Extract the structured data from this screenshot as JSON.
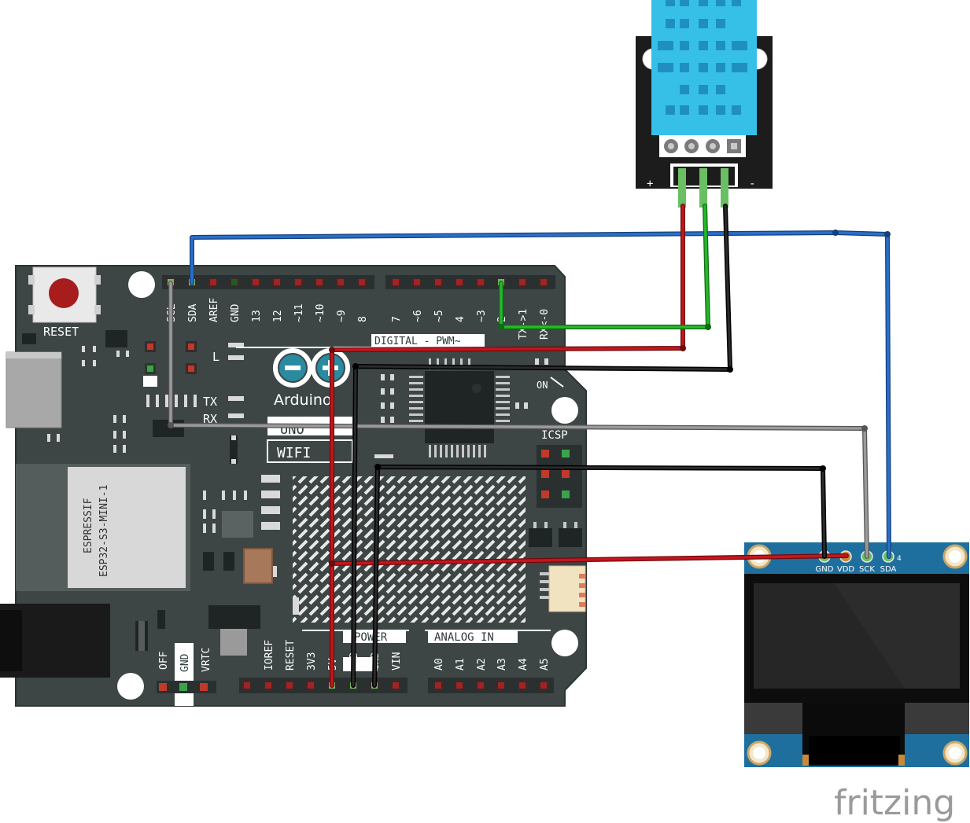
{
  "board": {
    "reset_label": "RESET",
    "digital_label": "DIGITAL - PWM~",
    "brand_text": "Arduino",
    "uno_text": "UNO",
    "wifi_text": "WIFI",
    "on_label": "ON",
    "l_label": "L",
    "tx_label": "TX",
    "rx_label": "RX",
    "icsp_label": "ICSP",
    "power_label": "POWER",
    "analog_label": "ANALOG IN",
    "module_vendor": "ESPRESSIF",
    "module_name": "ESP32-S3-MINI-1",
    "top_pins": [
      "SCL",
      "SDA",
      "AREF",
      "GND",
      "13",
      "12",
      "~11",
      "~10",
      "~9",
      "8",
      "7",
      "~6",
      "~5",
      "4",
      "~3",
      "2",
      "TX->1",
      "RX<-0"
    ],
    "power_pins": [
      "",
      "IOREF",
      "RESET",
      "3V3",
      "5V",
      "GND",
      "GND",
      "VIN"
    ],
    "analog_pins": [
      "A0",
      "A1",
      "A2",
      "A3",
      "A4",
      "A5"
    ],
    "switch_labels": [
      "OFF",
      "GND",
      "VRTC"
    ]
  },
  "sensor": {
    "plus_label": "+",
    "minus_label": "-"
  },
  "oled": {
    "pins": [
      "GND",
      "VDD",
      "SCK",
      "SDA"
    ],
    "pin_index": "4"
  },
  "colors": {
    "board": "#3d4545",
    "wire_red": "#c4161c",
    "wire_black": "#1b1b1b",
    "wire_blue": "#2a6fc9",
    "wire_gray": "#8d8d8d",
    "wire_green": "#25b72a",
    "sensor_blue": "#36c0e8",
    "oled_pcb": "#1f6f9e"
  },
  "watermark": "fritzing"
}
